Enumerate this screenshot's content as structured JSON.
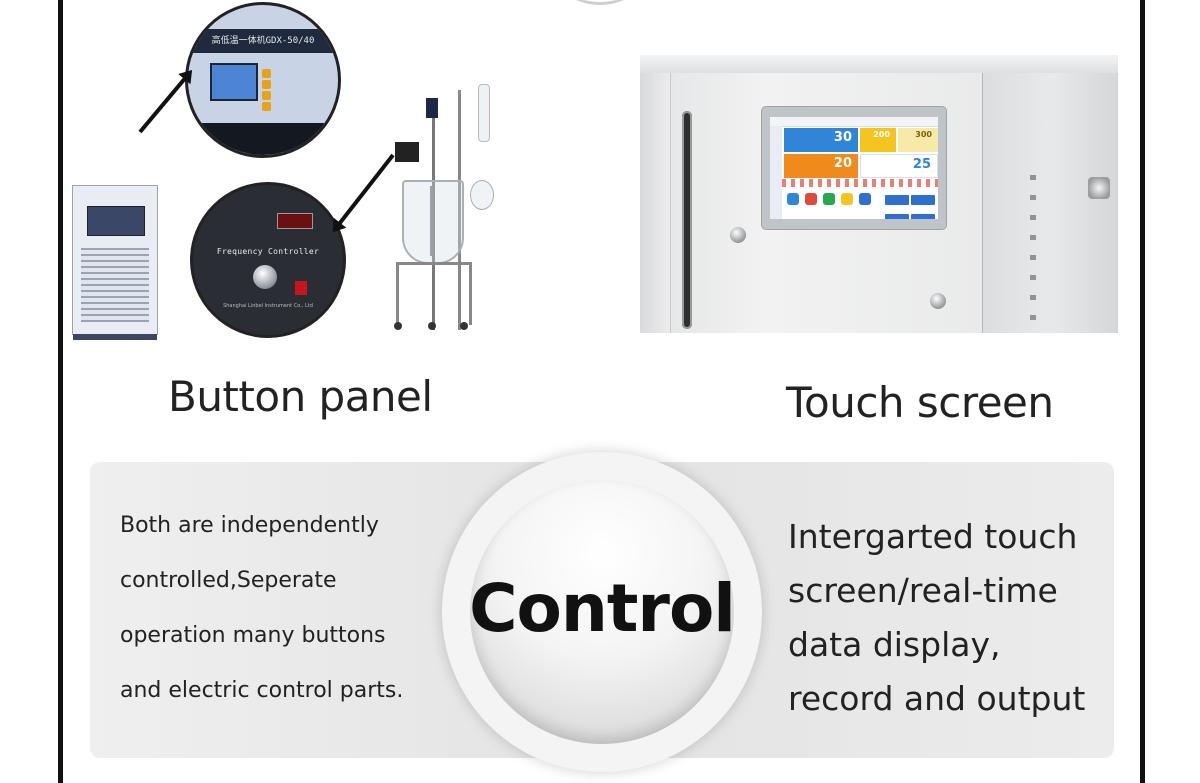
{
  "left_product": {
    "caption": "Button panel",
    "panel_label": "高低温一体机GDX-50/40",
    "controller_label": "Frequency Controller",
    "manufacturer_label": "Shanghai Linbel Instrument Co., Ltd"
  },
  "right_product": {
    "caption": "Touch screen",
    "screen_readings": {
      "pv_temp": "30",
      "sv_temp": "20",
      "pv_speed": "200",
      "sv_speed": "300",
      "ambient_temp": "25"
    }
  },
  "control_section": {
    "badge": "Control",
    "left_text": [
      "Both are independently",
      "controlled,Seperate",
      "operation many buttons",
      "and electric control parts."
    ],
    "right_text": [
      "Intergarted touch",
      "screen/real-time",
      "data display,",
      "record and output"
    ]
  },
  "colors": {
    "frame": "#111111",
    "band_bg": "#e8e8e8",
    "screen_blue": "#2f86d6",
    "screen_orange": "#f08a1c",
    "screen_yellow": "#f3c51e",
    "text": "#222222"
  }
}
